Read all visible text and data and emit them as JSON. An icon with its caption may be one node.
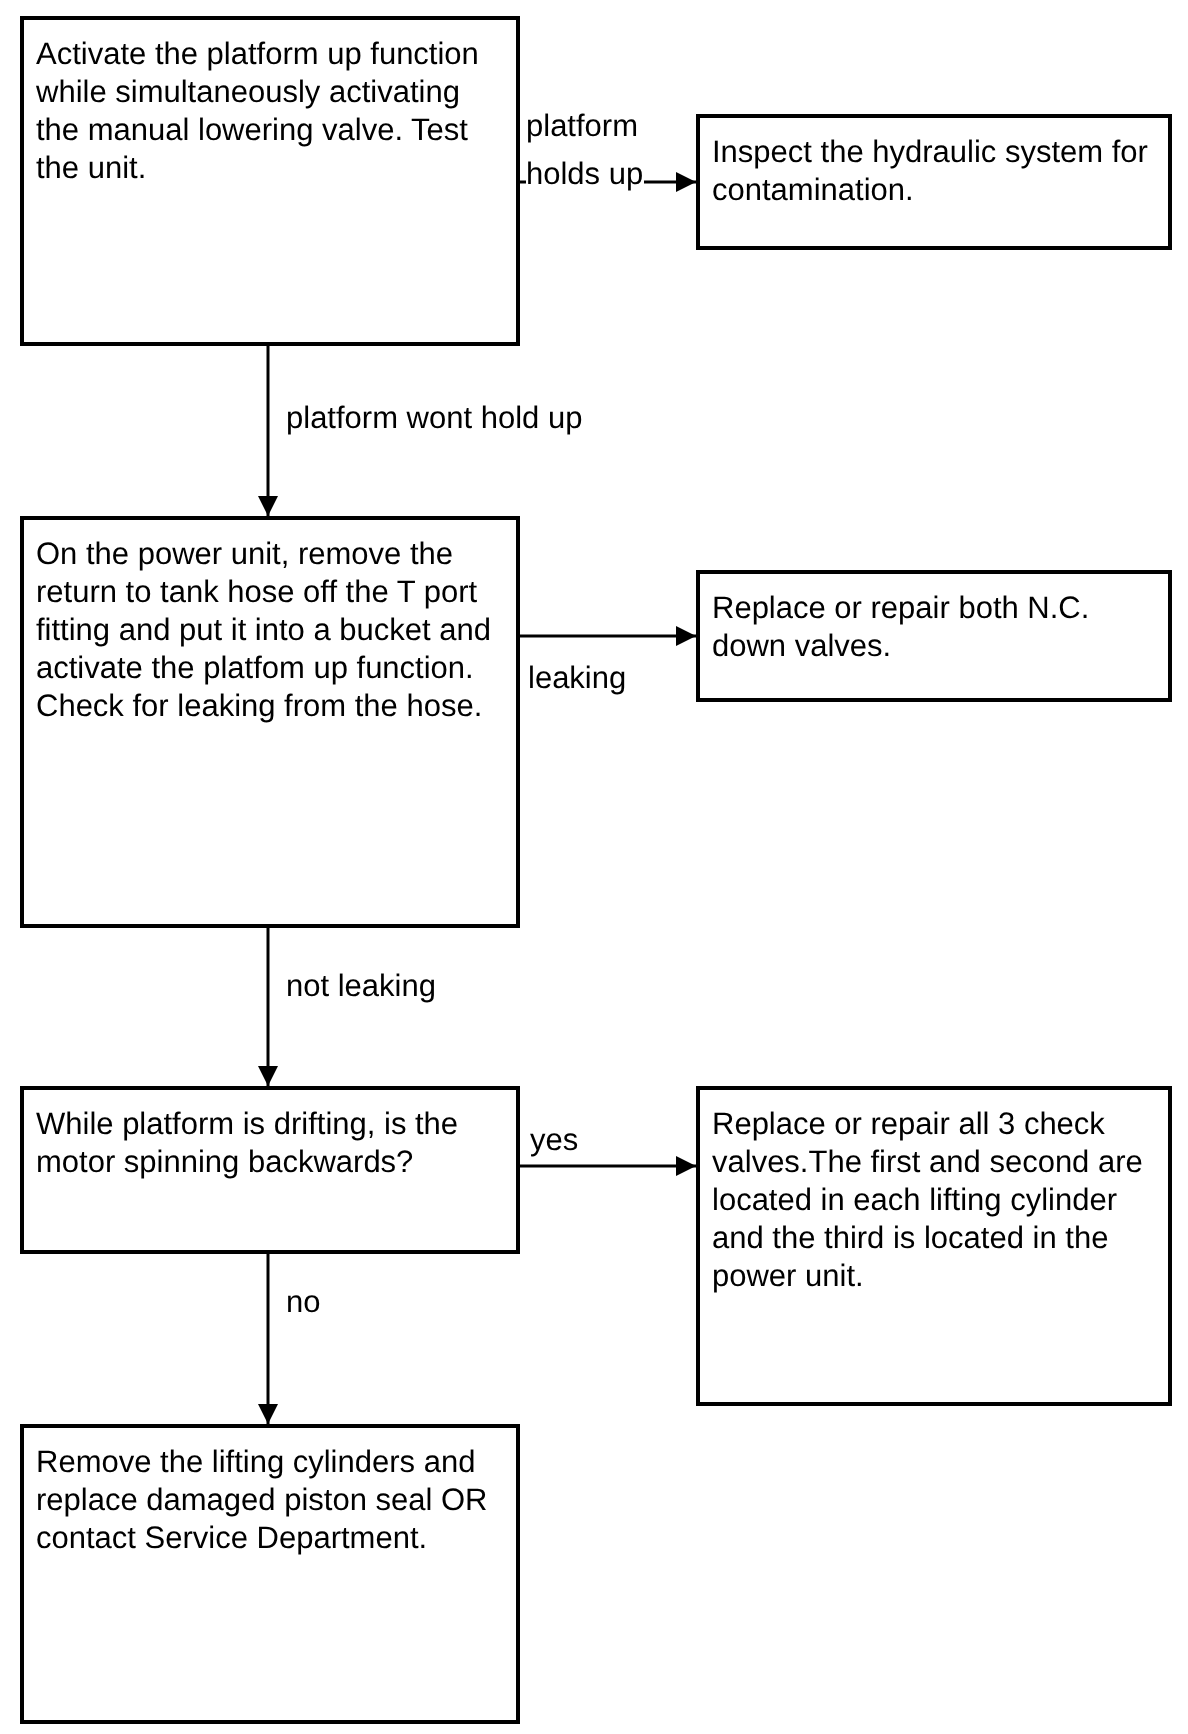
{
  "diagram": {
    "nodes": [
      {
        "text": [
          "Activate the platform up function while simultaneously activating the manual lowering valve. Test the unit."
        ]
      },
      {
        "text": [
          "Inspect the hydraulic system for contamination."
        ]
      },
      {
        "text": [
          "On the power unit, remove the return to tank hose off the T port fitting and put it into a bucket and activate the platfom up function. Check for leaking from the hose."
        ]
      },
      {
        "text": [
          "Replace or repair both N.C. down valves."
        ]
      },
      {
        "text": [
          "While platform is drifting, is the motor spinning backwards?"
        ]
      },
      {
        "text": [
          "Replace or repair all 3 check valves.The first and second are located in each lifting cylinder and the third is located in the power unit."
        ]
      },
      {
        "text": [
          "Remove the lifting cylinders and replace damaged piston seal OR contact Service Department."
        ]
      }
    ],
    "edges": [
      {
        "from": 0,
        "to": 1,
        "arrow": "to",
        "label": "platform holds up"
      },
      {
        "from": 0,
        "to": 2,
        "arrow": "to",
        "label": "platform wont hold up"
      },
      {
        "from": 2,
        "to": 3,
        "arrow": "to",
        "label": "leaking"
      },
      {
        "from": 2,
        "to": 4,
        "arrow": "to",
        "label": "not leaking"
      },
      {
        "from": 4,
        "to": 5,
        "arrow": "to",
        "label": "yes"
      },
      {
        "from": 4,
        "to": 6,
        "arrow": "to",
        "label": "no"
      }
    ]
  }
}
